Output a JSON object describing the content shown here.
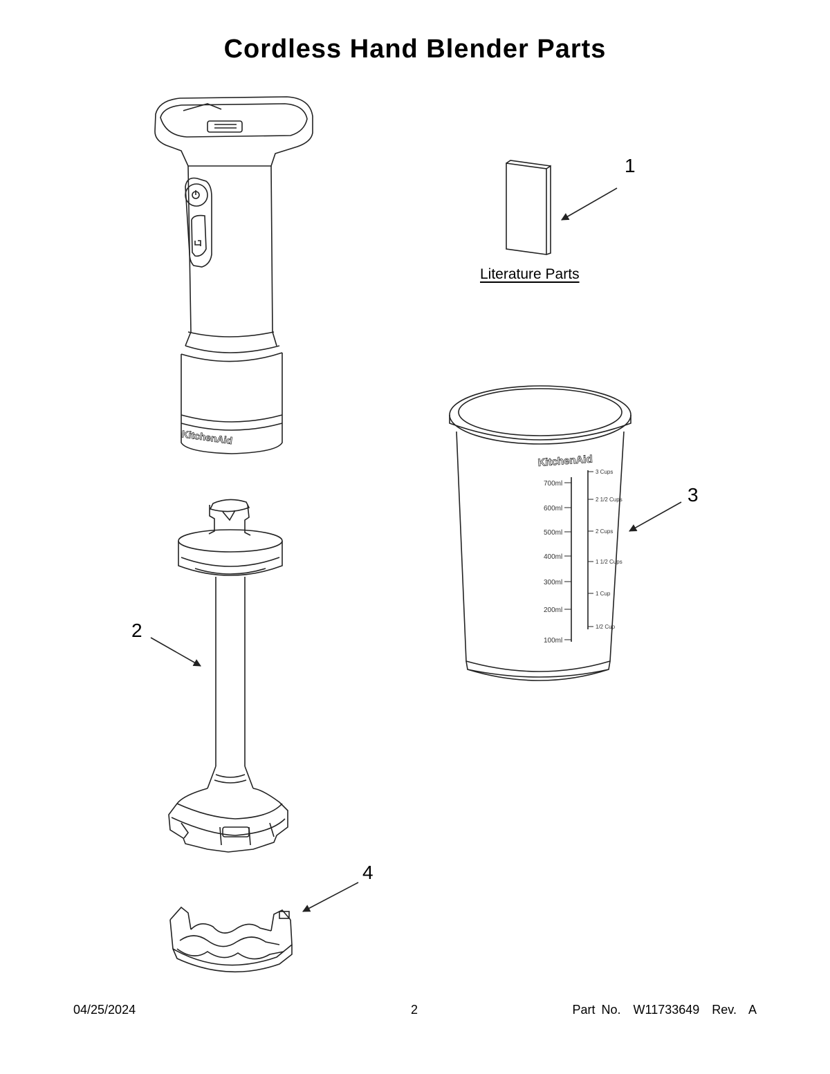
{
  "page": {
    "title": "Cordless Hand Blender Parts",
    "literature_label": "Literature Parts"
  },
  "callouts": [
    "1",
    "2",
    "3",
    "4"
  ],
  "jar_markings": {
    "brand": "KitchenAid",
    "ml": [
      "700ml",
      "600ml",
      "500ml",
      "400ml",
      "300ml",
      "200ml",
      "100ml"
    ],
    "cups": [
      "3 Cups",
      "2 1/2 Cups",
      "2 Cups",
      "1 1/2 Cups",
      "1 Cup",
      "1/2 Cup"
    ]
  },
  "motor_brand": "KitchenAid",
  "footer": {
    "date": "04/25/2024",
    "page": "2",
    "part": "Part No.  W11733649  Rev.  A"
  }
}
